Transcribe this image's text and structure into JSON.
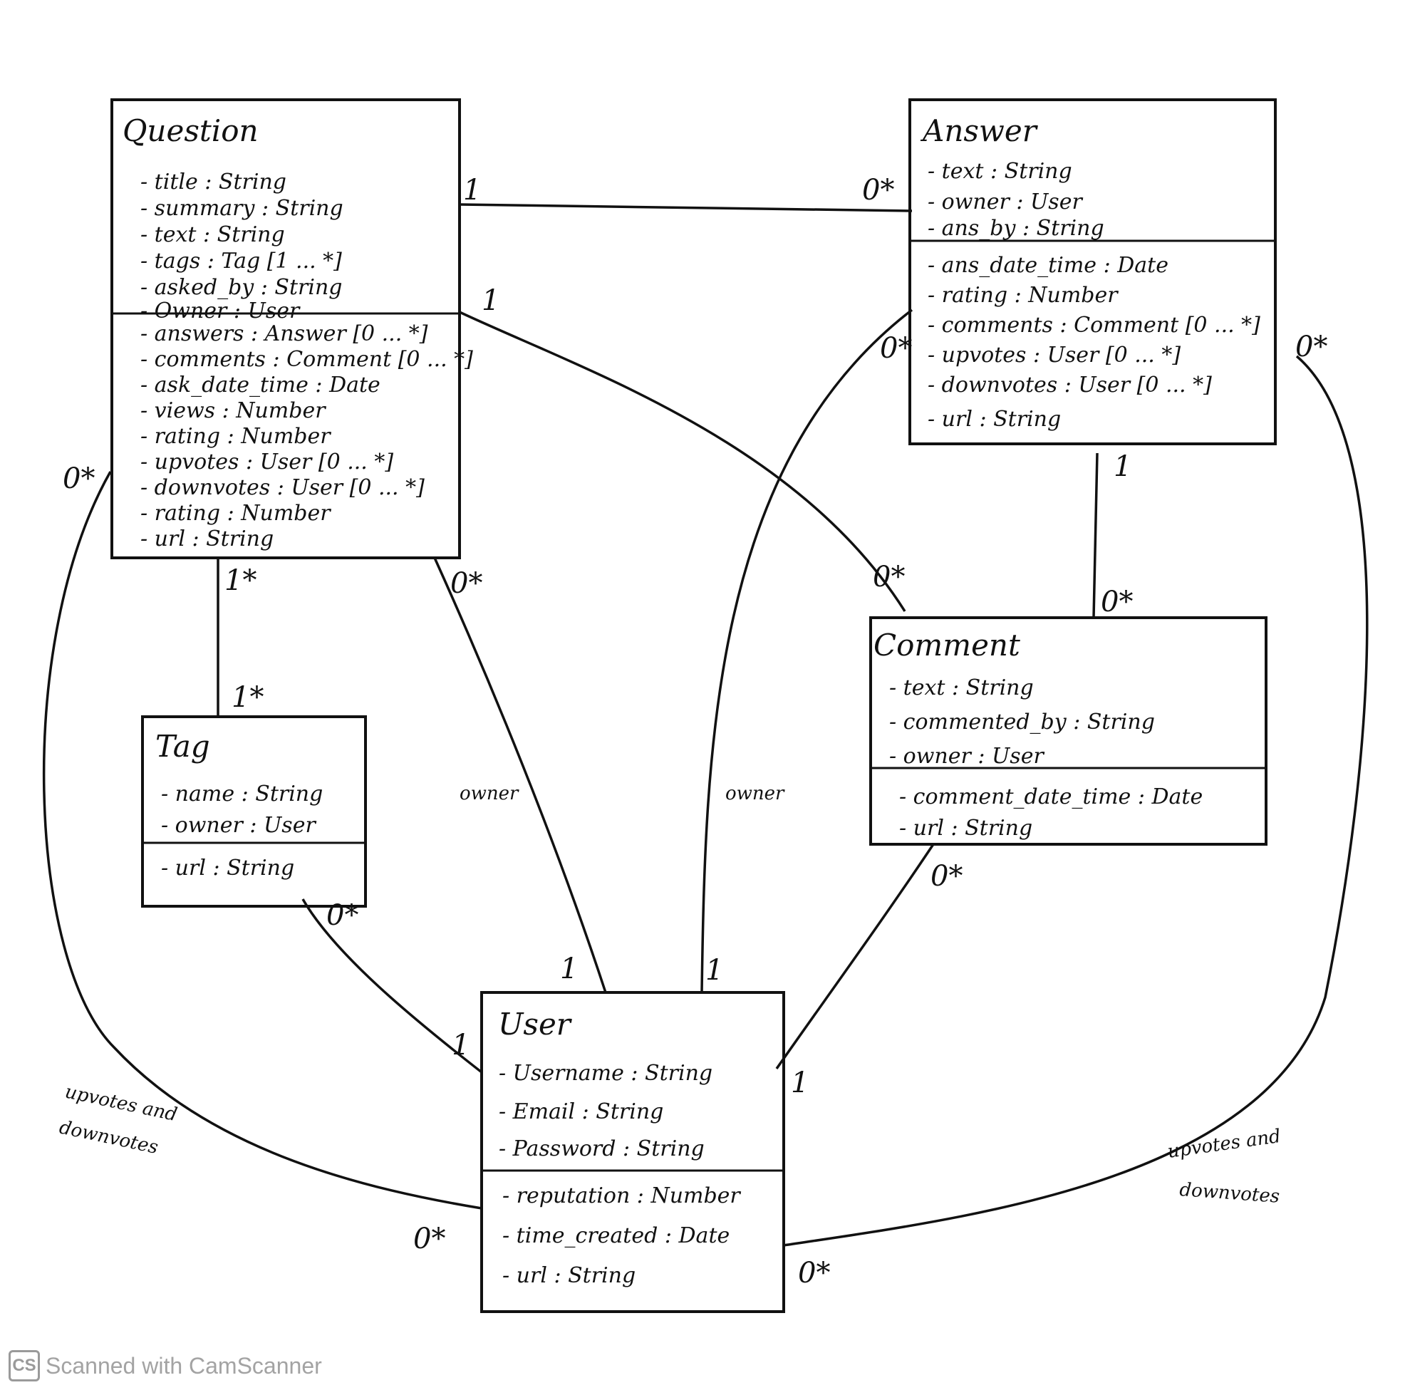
{
  "diagram": {
    "classes": {
      "question": {
        "name": "Question",
        "attributes": [
          "- title : String",
          "- summary : String",
          "- text : String",
          "- tags : Tag [1 ... *]",
          "- asked_by : String",
          "- Owner : User"
        ],
        "methods": [
          "- answers : Answer [0 ... *]",
          "- comments : Comment [0 ... *]",
          "- ask_date_time : Date",
          "- views : Number",
          "- rating : Number",
          "- upvotes : User [0 ... *]",
          "- downvotes : User [0 ... *]",
          "- rating : Number",
          "- url : String"
        ]
      },
      "answer": {
        "name": "Answer",
        "attributes": [
          "- text : String",
          "- owner : User",
          "- ans_by : String"
        ],
        "methods": [
          "- ans_date_time : Date",
          "- rating : Number",
          "- comments : Comment [0 ... *]",
          "- upvotes : User [0 ... *]",
          "- downvotes : User [0 ... *]",
          "- url : String"
        ]
      },
      "tag": {
        "name": "Tag",
        "attributes": [
          "- name : String",
          "- owner : User"
        ],
        "methods": [
          "- url : String"
        ]
      },
      "comment": {
        "name": "Comment",
        "attributes": [
          "- text : String",
          "- commented_by : String",
          "- owner : User"
        ],
        "methods": [
          "- comment_date_time : Date",
          "- url : String"
        ]
      },
      "user": {
        "name": "User",
        "attributes": [
          "- Username : String",
          "- Email : String",
          "- Password : String"
        ],
        "methods": [
          "- reputation : Number",
          "- time_created : Date",
          "- url : String"
        ]
      }
    },
    "multiplicities": {
      "q_a_q": "1",
      "q_a_a": "0*",
      "q_c_q": "1",
      "q_c_c": "0*",
      "q_t_q": "1*",
      "q_t_t": "1*",
      "q_u_q": "0*",
      "q_u_u": "1",
      "a_c_a": "1",
      "a_c_c": "0*",
      "t_u_t": "0*",
      "t_u_u": "1",
      "a_u_a": "0*",
      "a_u_u": "1",
      "c_u_c": "0*",
      "c_u_u": "1",
      "qv_q": "0*",
      "qv_u": "0*",
      "av_a": "0*",
      "av_u": "0*"
    },
    "roles": {
      "q_owner": "owner",
      "a_owner": "owner",
      "q_votes": [
        "upvotes and",
        "downvotes"
      ],
      "a_votes": [
        "upvotes and",
        "downvotes"
      ]
    }
  },
  "watermark": {
    "logo": "CS",
    "text": "Scanned with CamScanner"
  }
}
